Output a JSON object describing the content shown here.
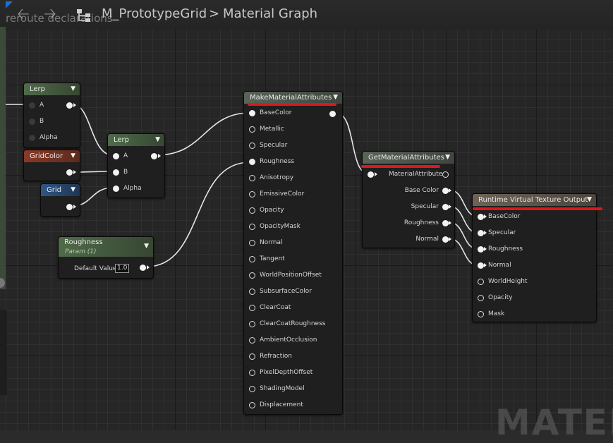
{
  "topbar": {
    "back_icon": "arrow-left-icon",
    "forward_icon": "arrow-right-icon",
    "asset": "M_PrototypeGrid",
    "separator": ">",
    "graph": "Material Graph",
    "ghost_text": "reroute declarations"
  },
  "watermark": "MATER",
  "colors": {
    "wire": "#e6e6e6",
    "highlight": "#e0161f",
    "grid": "#262626"
  },
  "nodes": {
    "lerp1": {
      "title": "Lerp",
      "pins": [
        "A",
        "B",
        "Alpha"
      ]
    },
    "lerp2": {
      "title": "Lerp",
      "pins": [
        "A",
        "B",
        "Alpha"
      ]
    },
    "gridcolor": {
      "title": "GridColor"
    },
    "grid": {
      "title": "Grid"
    },
    "roughness": {
      "title": "Roughness",
      "subtitle": "Param (1)",
      "label": "Default Value",
      "value": "1.0"
    },
    "make": {
      "title": "MakeMaterialAttributes",
      "pins": [
        "BaseColor",
        "Metallic",
        "Specular",
        "Roughness",
        "Anisotropy",
        "EmissiveColor",
        "Opacity",
        "OpacityMask",
        "Normal",
        "Tangent",
        "WorldPositionOffset",
        "SubsurfaceColor",
        "ClearCoat",
        "ClearCoatRoughness",
        "AmbientOcclusion",
        "Refraction",
        "PixelDepthOffset",
        "ShadingModel",
        "Displacement"
      ]
    },
    "get": {
      "title": "GetMaterialAttributes",
      "input": "MaterialAttributes",
      "outputs": [
        "Base Color",
        "Specular",
        "Roughness",
        "Normal"
      ]
    },
    "rvt": {
      "title": "Runtime Virtual Texture Output",
      "pins": [
        "BaseColor",
        "Specular",
        "Roughness",
        "Normal",
        "WorldHeight",
        "Opacity",
        "Mask"
      ]
    }
  }
}
